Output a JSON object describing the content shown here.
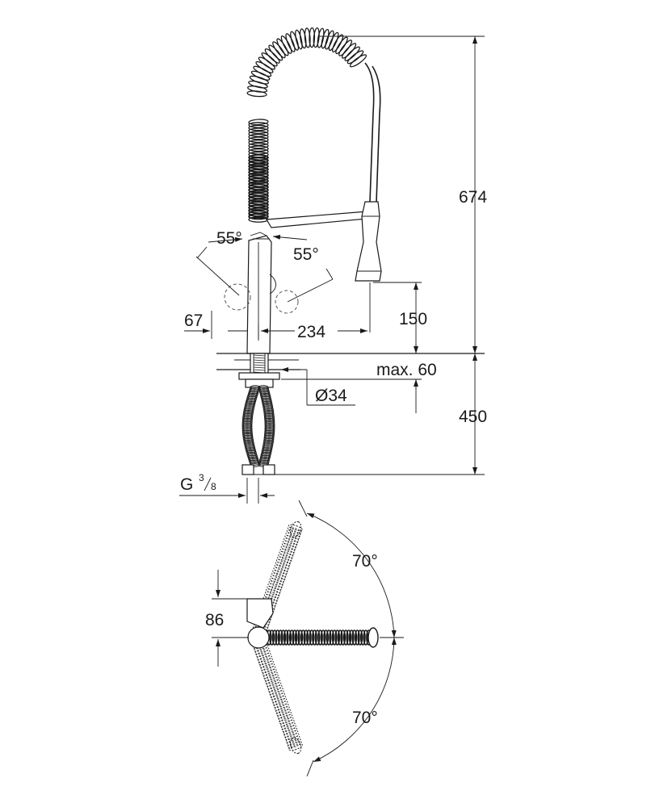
{
  "labels": {
    "dim_height_above": "674",
    "dim_height_below": "450",
    "dim_spout_height": "150",
    "dim_reach": "234",
    "dim_lever_offset": "67",
    "dim_max_deck": "max. 60",
    "dim_hole_diameter": "Ø34",
    "thread_main": "G",
    "thread_num": "3",
    "thread_den": "8",
    "angle_lever_left": "55°",
    "angle_lever_right": "55°",
    "angle_swivel_top": "70°",
    "angle_swivel_bottom": "70°",
    "dim_top_offset": "86"
  },
  "colors": {
    "line": "#1a1a1a",
    "background": "#ffffff"
  }
}
